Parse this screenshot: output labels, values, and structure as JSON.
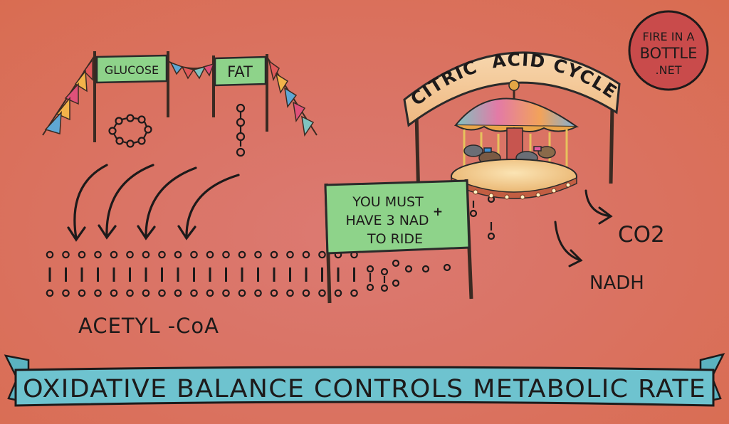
{
  "labels": {
    "glucose": "GLUCOSE",
    "fat": "FAT",
    "acetyl": "ACETYL -CoA",
    "citric_line1": "CITRIC",
    "citric_line2": "ACID CYCLE",
    "sign_line1": "YOU MUST",
    "sign_line2": "HAVE 3 NAD",
    "sign_plus": "+",
    "sign_line3": "TO RIDE",
    "co2": "CO2",
    "nadh": "NADH",
    "badge_line1": "FIRE IN A",
    "badge_line2": "BOTTLE",
    "badge_line3": ".NET",
    "title": "OXIDATIVE BALANCE CONTROLS METABOLIC RATE"
  },
  "colors": {
    "background": "#da7466",
    "banner_green": "#8ed38a",
    "ribbon_blue": "#6ec3cf",
    "badge_red": "#c94b4b",
    "arch_peach": "#f3c296",
    "ink": "#1d1a1a"
  },
  "icons": [
    "pennant-flags",
    "carousel",
    "arrow",
    "glucose-ring",
    "fat-chain",
    "acetyl-coa-molecule"
  ]
}
